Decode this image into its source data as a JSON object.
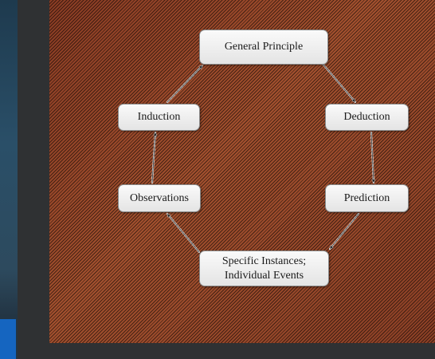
{
  "diagram": {
    "nodes": {
      "general_principle": "General Principle",
      "deduction": "Deduction",
      "prediction": "Prediction",
      "specific_instances": "Specific Instances;\nIndividual Events",
      "observations": "Observations",
      "induction": "Induction"
    },
    "edges": [
      {
        "from": "general_principle",
        "to": "deduction"
      },
      {
        "from": "deduction",
        "to": "prediction"
      },
      {
        "from": "prediction",
        "to": "specific_instances"
      },
      {
        "from": "specific_instances",
        "to": "observations"
      },
      {
        "from": "observations",
        "to": "induction"
      },
      {
        "from": "induction",
        "to": "general_principle"
      }
    ],
    "colors": {
      "background": "#9a4a2a",
      "node_fill": "#f0f0f0",
      "node_border": "#8a8a8a",
      "arrow": "#e8e8e8"
    }
  }
}
